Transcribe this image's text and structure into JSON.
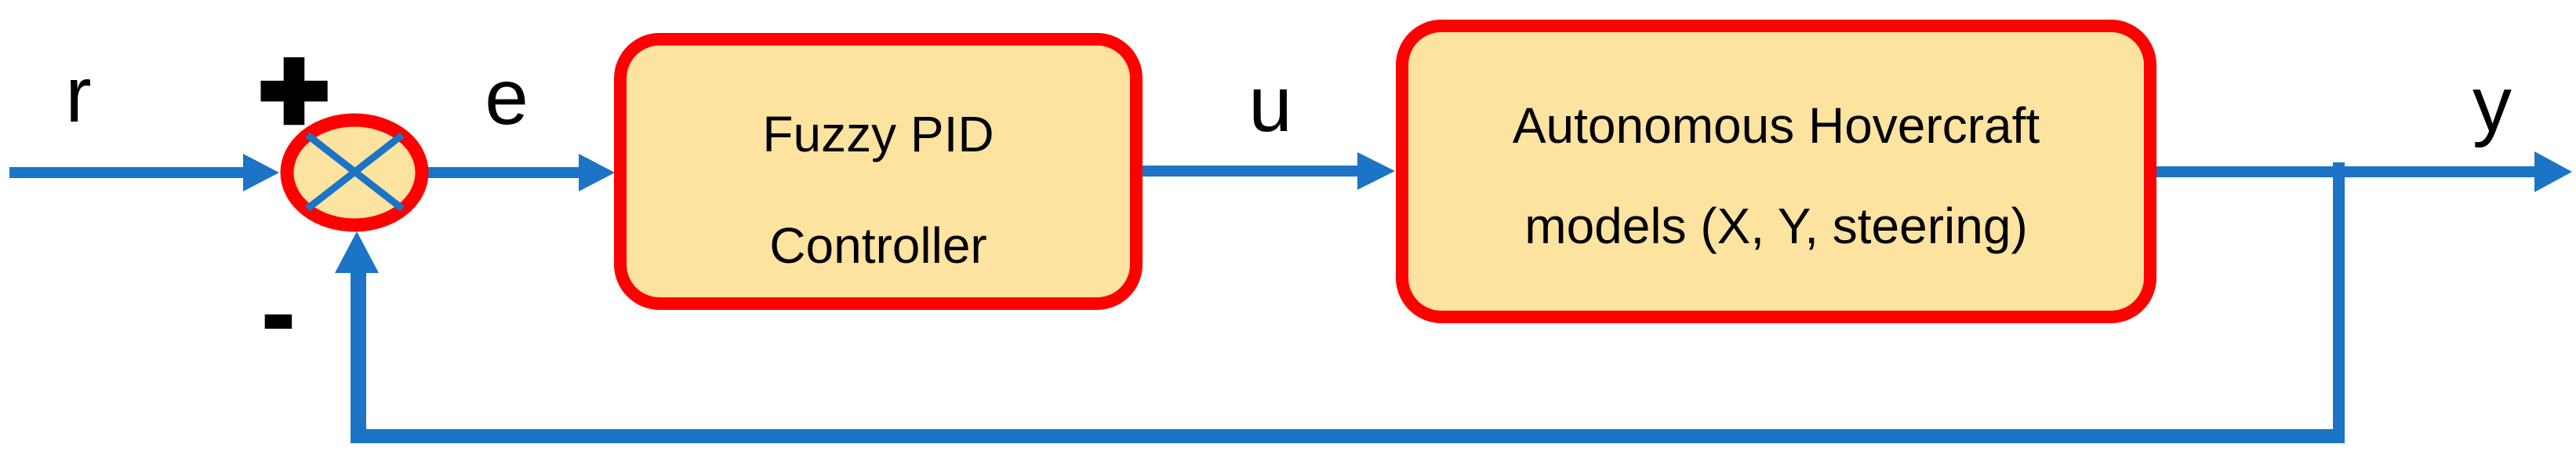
{
  "diagram": {
    "type": "feedback-control-block-diagram",
    "signals": {
      "reference": "r",
      "error": "e",
      "control": "u",
      "output": "y"
    },
    "summing_junction": {
      "icon": "circle-cross-junction-icon",
      "top_sign": "+",
      "bottom_sign": "-"
    },
    "blocks": {
      "controller": {
        "line1": "Fuzzy PID",
        "line2": "Controller"
      },
      "plant": {
        "line1": "Autonomous Hovercraft",
        "line2": "models (X, Y, steering)"
      }
    },
    "icons": {
      "arrowheads": "arrowhead-right-icon / arrowhead-up-icon"
    },
    "colors": {
      "line_blue": "#1B74C5",
      "border_red": "#FF0000",
      "block_fill": "#FCE39F",
      "text_black": "#000000",
      "background": "#FFFFFF"
    }
  }
}
